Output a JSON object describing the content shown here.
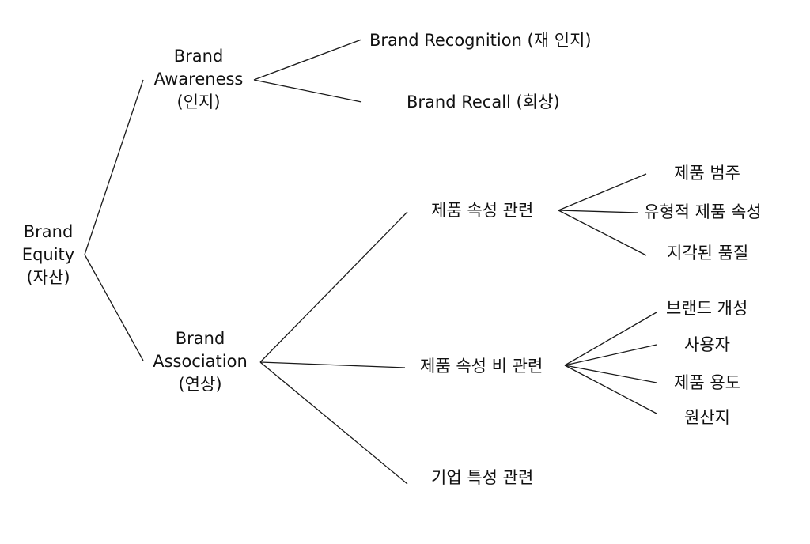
{
  "root": {
    "label": "Brand\nEquity\n(자산)"
  },
  "level1": {
    "awareness": {
      "label": "Brand\nAwareness\n(인지)"
    },
    "association": {
      "label": "Brand\nAssociation\n(연상)"
    }
  },
  "awareness_children": {
    "recognition": "Brand Recognition (재 인지)",
    "recall": "Brand Recall (회상)"
  },
  "association_children": {
    "product_related": "제품 속성 관련",
    "non_product_related": "제품 속성 비 관련",
    "corporate_related": "기업 특성 관련"
  },
  "product_related_children": {
    "category": "제품 범주",
    "tangible_attributes": "유형적 제품 속성",
    "perceived_quality": "지각된 품질"
  },
  "non_product_related_children": {
    "brand_personality": "브랜드 개성",
    "user": "사용자",
    "usage": "제품 용도",
    "origin": "원산지"
  },
  "colors": {
    "line": "#1a1a1a",
    "text": "#111111",
    "background": "#ffffff"
  }
}
